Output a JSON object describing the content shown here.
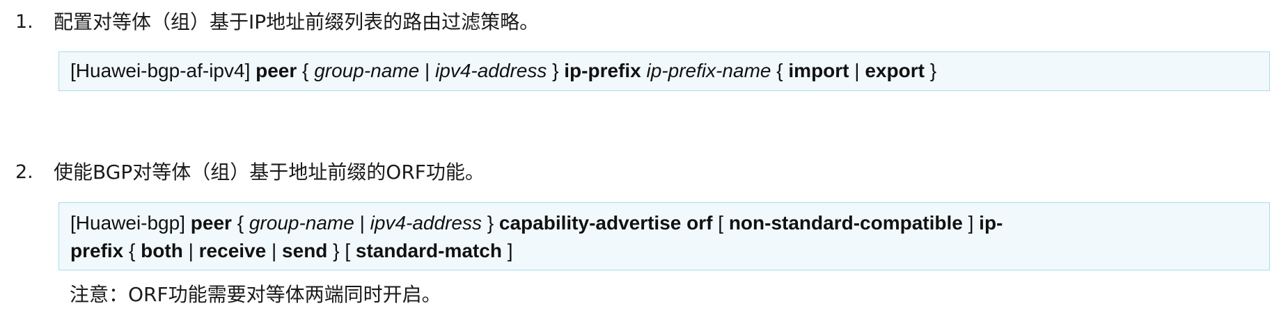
{
  "steps": [
    {
      "number": "1.",
      "text": "配置对等体（组）基于IP地址前缀列表的路由过滤策略。",
      "command": {
        "lines": [
          [
            {
              "t": "[Huawei-bgp-af-ipv4] ",
              "s": "n"
            },
            {
              "t": "peer",
              "s": "b"
            },
            {
              "t": " { ",
              "s": "n"
            },
            {
              "t": "group-name",
              "s": "i"
            },
            {
              "t": " | ",
              "s": "n"
            },
            {
              "t": "ipv4-address",
              "s": "i"
            },
            {
              "t": " } ",
              "s": "n"
            },
            {
              "t": "ip-prefix",
              "s": "b"
            },
            {
              "t": " ",
              "s": "n"
            },
            {
              "t": "ip-prefix-name",
              "s": "i"
            },
            {
              "t": " { ",
              "s": "n"
            },
            {
              "t": "import",
              "s": "b"
            },
            {
              "t": " | ",
              "s": "n"
            },
            {
              "t": "export",
              "s": "b"
            },
            {
              "t": " }",
              "s": "n"
            }
          ]
        ]
      }
    },
    {
      "number": "2.",
      "text": "使能BGP对等体（组）基于地址前缀的ORF功能。",
      "command": {
        "lines": [
          [
            {
              "t": "[Huawei-bgp] ",
              "s": "n"
            },
            {
              "t": "peer",
              "s": "b"
            },
            {
              "t": " { ",
              "s": "n"
            },
            {
              "t": "group-name",
              "s": "i"
            },
            {
              "t": " | ",
              "s": "n"
            },
            {
              "t": "ipv4-address",
              "s": "i"
            },
            {
              "t": " } ",
              "s": "n"
            },
            {
              "t": "capability-advertise orf",
              "s": "b"
            },
            {
              "t": " [ ",
              "s": "n"
            },
            {
              "t": "non-standard-compatible",
              "s": "b"
            },
            {
              "t": " ] ",
              "s": "n"
            },
            {
              "t": "ip-",
              "s": "b"
            }
          ],
          [
            {
              "t": "prefix",
              "s": "b"
            },
            {
              "t": " { ",
              "s": "n"
            },
            {
              "t": "both",
              "s": "b"
            },
            {
              "t": " | ",
              "s": "n"
            },
            {
              "t": "receive",
              "s": "b"
            },
            {
              "t": " | ",
              "s": "n"
            },
            {
              "t": "send",
              "s": "b"
            },
            {
              "t": " } [ ",
              "s": "n"
            },
            {
              "t": "standard-match",
              "s": "b"
            },
            {
              "t": " ]",
              "s": "n"
            }
          ]
        ]
      },
      "note": "注意：ORF功能需要对等体两端同时开启。"
    }
  ]
}
